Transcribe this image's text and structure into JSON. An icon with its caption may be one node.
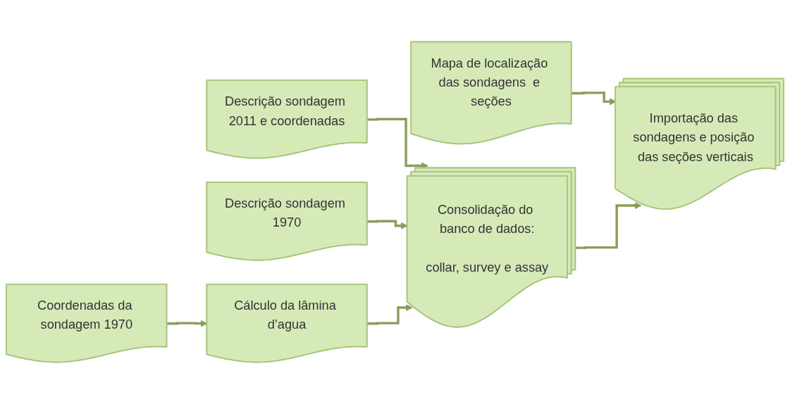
{
  "diagram": {
    "nodes": [
      {
        "text": [
          "Mapa de localização das sondagens  e seções"
        ]
      },
      {
        "text": [
          "Descrição sondagem 2011 e coordenadas"
        ]
      },
      {
        "text": [
          "Descrição sondagem 1970"
        ]
      },
      {
        "text": [
          "Coordenadas da sondagem 1970"
        ]
      },
      {
        "text": [
          "Cálculo da lâmina d’agua"
        ]
      },
      {
        "text": [
          "Consolidação do banco de dados:",
          "collar, survey e assay"
        ]
      },
      {
        "text": [
          "Importação das sondagens e posição das seções verticais"
        ]
      }
    ],
    "edges": [
      {
        "from": 0,
        "to": 6,
        "arrow": "to"
      },
      {
        "from": 1,
        "to": 5,
        "arrow": "to"
      },
      {
        "from": 2,
        "to": 5,
        "arrow": "to"
      },
      {
        "from": 3,
        "to": 4,
        "arrow": "to"
      },
      {
        "from": 4,
        "to": 5,
        "arrow": "to"
      },
      {
        "from": 5,
        "to": 6,
        "arrow": "to"
      }
    ]
  }
}
